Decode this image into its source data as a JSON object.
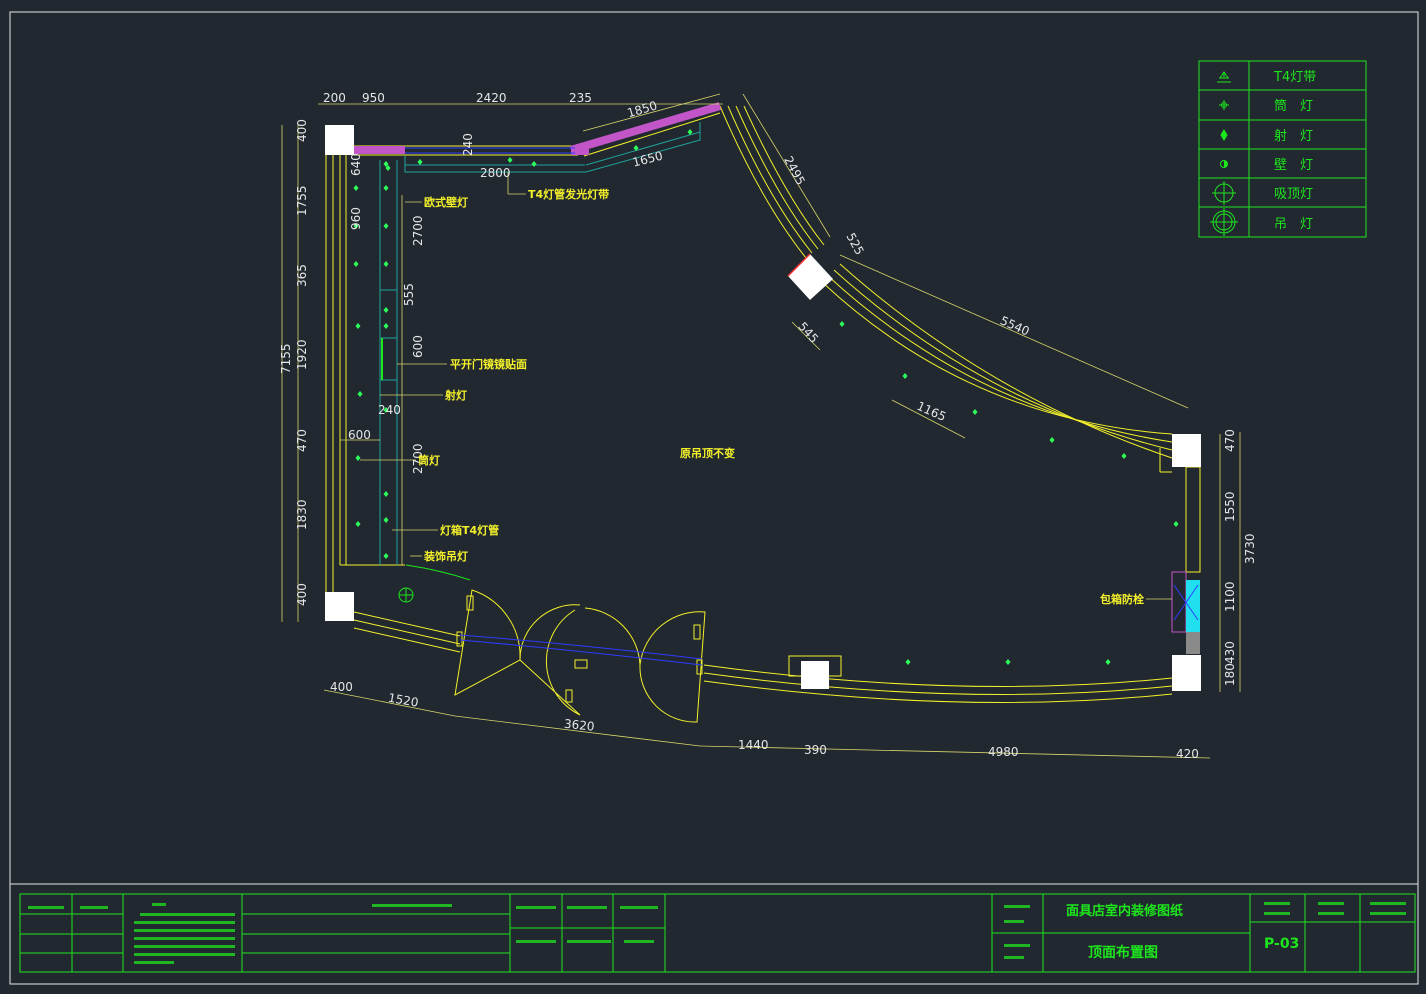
{
  "colors": {
    "background": "#212830",
    "frame": "#e6e6e6",
    "wall": "#f3f02a",
    "green": "#1de61d",
    "fixture": "#2dff5a",
    "teal": "#1fa39c",
    "blue": "#2f3cff",
    "magenta": "#c255c8",
    "cyan": "#20e0f0",
    "grey": "#8a8a8a",
    "white": "#ffffff",
    "dim": "#d7d46a"
  },
  "legend": [
    {
      "icon": "t4-strip-icon",
      "label": "T4灯带"
    },
    {
      "icon": "downlight-icon",
      "label": "筒　灯"
    },
    {
      "icon": "spotlight-icon",
      "label": "射　灯"
    },
    {
      "icon": "wall-lamp-icon",
      "label": "壁　灯"
    },
    {
      "icon": "ceiling-lamp-icon",
      "label": "吸顶灯"
    },
    {
      "icon": "pendant-lamp-icon",
      "label": "吊　灯"
    }
  ],
  "dimensions": {
    "top": [
      "200",
      "950",
      "2420",
      "235",
      "1850"
    ],
    "left": [
      "400",
      "1755",
      "365",
      "1920",
      "470",
      "1830",
      "400"
    ],
    "left_total": "7155",
    "inner": [
      "640",
      "960",
      "2700",
      "555",
      "600",
      "240",
      "600",
      "2700",
      "240",
      "2800",
      "1650"
    ],
    "diagonal": [
      "2495",
      "525",
      "5540",
      "545",
      "1165"
    ],
    "right": [
      "470",
      "1550",
      "1100",
      "430",
      "180"
    ],
    "right_total": "3730",
    "bottom": [
      "400",
      "1520",
      "3620",
      "1440",
      "390",
      "4980",
      "420"
    ]
  },
  "annotations": {
    "european_wall_lamp": "欧式壁灯",
    "t4_tube_strip": "T4灯管发光灯带",
    "mirror_door": "平开门镜镜贴面",
    "spot": "射灯",
    "down": "筒灯",
    "lightbox": "灯箱T4灯管",
    "deco_pendant": "装饰吊灯",
    "original_ceiling": "原吊顶不变",
    "fire_hydrant": "包箱防栓"
  },
  "title_block": {
    "project": "面具店室内装修图纸",
    "drawing_title": "顶面布置图",
    "sheet_number": "P-03"
  }
}
